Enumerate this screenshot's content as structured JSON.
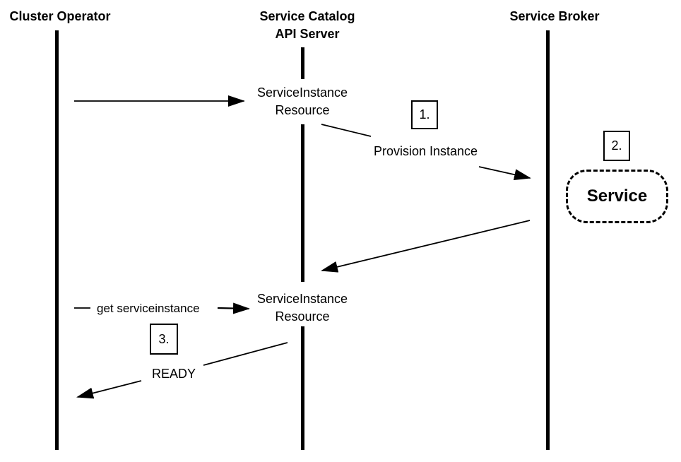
{
  "diagram": {
    "actors": {
      "cluster_operator": {
        "label": "Cluster Operator"
      },
      "api_server": {
        "label_line1": "Service Catalog",
        "label_line2": "API Server"
      },
      "service_broker": {
        "label": "Service Broker"
      }
    },
    "nodes": {
      "service_instance_1": {
        "line1": "ServiceInstance",
        "line2": "Resource"
      },
      "service_instance_2": {
        "line1": "ServiceInstance",
        "line2": "Resource"
      },
      "service": {
        "label": "Service"
      }
    },
    "step_markers": {
      "step1": "1.",
      "step2": "2.",
      "step3": "3."
    },
    "messages": {
      "provision_instance": "Provision Instance",
      "get_serviceinstance": "get serviceinstance",
      "ready": "READY"
    },
    "colors": {
      "foreground": "#000000",
      "background": "#ffffff"
    }
  }
}
